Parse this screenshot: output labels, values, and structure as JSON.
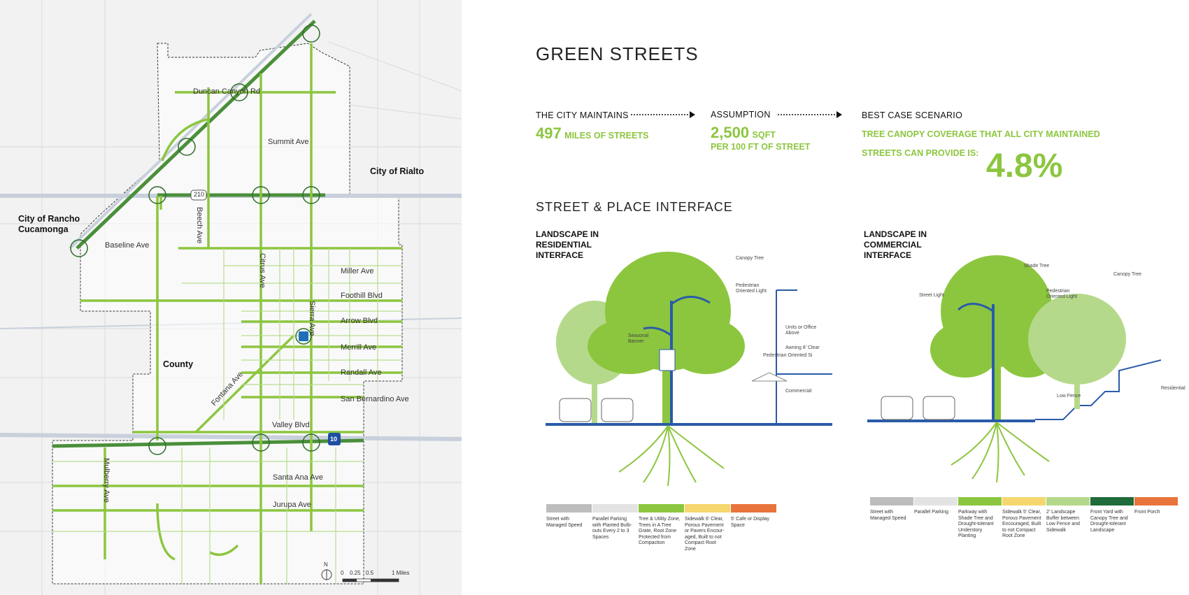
{
  "map": {
    "streets": [
      "Duncan Canyon Rd",
      "Summit Ave",
      "Baseline Ave",
      "Miller Ave",
      "Foothill Blvd",
      "Arrow Blvd",
      "Merrill Ave",
      "Randall Ave",
      "San Bernardino Ave",
      "Valley Blvd",
      "Santa Ana Ave",
      "Jurupa Ave",
      "Beech Ave",
      "Citrus Ave",
      "Sierra Ave",
      "Fontana Ave",
      "Mulberry Ave"
    ],
    "areas": [
      "City of Rialto",
      "City of Rancho Cucamonga",
      "County"
    ],
    "highways": [
      "210",
      "10"
    ],
    "north_label": "N",
    "scale": [
      "0",
      "0.25",
      "0.5",
      "1 Miles"
    ],
    "colors": {
      "green_street": "#8cc63f",
      "freeway": "#4a8f3a",
      "base": "#f2f2f2"
    }
  },
  "title": "GREEN STREETS",
  "stats": {
    "city_maintains_label": "THE CITY MAINTAINS",
    "miles_value": "497",
    "miles_text": "MILES OF STREETS",
    "assumption_label": "ASSUMPTION",
    "assumption_value": "2,500",
    "assumption_unit": "SQFT",
    "assumption_text": "PER 100 FT OF STREET",
    "best_case_label": "BEST CASE SCENARIO",
    "best_case_text1": "TREE CANOPY COVERAGE THAT ALL CITY MAINTAINED",
    "best_case_text2": "STREETS CAN PROVIDE IS:",
    "best_case_value": "4.8%"
  },
  "interface_title": "STREET & PLACE INTERFACE",
  "residential": {
    "title_line1": "LANDSCAPE IN",
    "title_line2": "RESIDENTIAL",
    "title_line3": "INTERFACE",
    "callouts": [
      "Canopy Tree",
      "Pedestrian Oriented Light",
      "Seasonal Banner",
      "Units or Office Above",
      "Awning 8' Clear",
      "Pedestrian Oriented Si",
      "Commercial"
    ],
    "legend": [
      {
        "color": "#bdbdbd",
        "text": "Street with Managed Speed"
      },
      {
        "color": "#e3e3e3",
        "text": "Parallel Parking with Planted Bulb-outs Every 2 to 3 Spaces"
      },
      {
        "color": "#8cc63f",
        "text": "Tree & Utility Zone, Trees in A Tree Grate, Root Zone Protected from Compaction"
      },
      {
        "color": "#f5d76e",
        "text": "Sidewalk 6' Clear, Porous Pavement or Pavers Encour-aged, Built to not Compact Root Zone"
      },
      {
        "color": "#e8743b",
        "text": "5' Cafe or Display Space"
      }
    ]
  },
  "commercial": {
    "title_line1": "LANDSCAPE IN",
    "title_line2": "COMMERCIAL",
    "title_line3": "INTERFACE",
    "callouts": [
      "Shade Tree",
      "Canopy Tree",
      "Street Light",
      "Pedestrian Oriented Light",
      "Low Fence",
      "Residential"
    ],
    "legend": [
      {
        "color": "#bdbdbd",
        "text": "Street with Managed Speed"
      },
      {
        "color": "#e3e3e3",
        "text": "Parallel Parking"
      },
      {
        "color": "#8cc63f",
        "text": "Parkway with Shade Tree and Drought-tolerant Understory Planting"
      },
      {
        "color": "#f5d76e",
        "text": "Sidewalk 5' Clear, Porous Pavement Encouraged, Built to not Compact Root Zone"
      },
      {
        "color": "#b5d98a",
        "text": "2' Landscape Buffer between Low Fence and Sidewalk"
      },
      {
        "color": "#1f6b3a",
        "text": "Front Yard with Canopy Tree and Drought-tolerant Landscape"
      },
      {
        "color": "#e8743b",
        "text": "Front Porch"
      }
    ]
  }
}
